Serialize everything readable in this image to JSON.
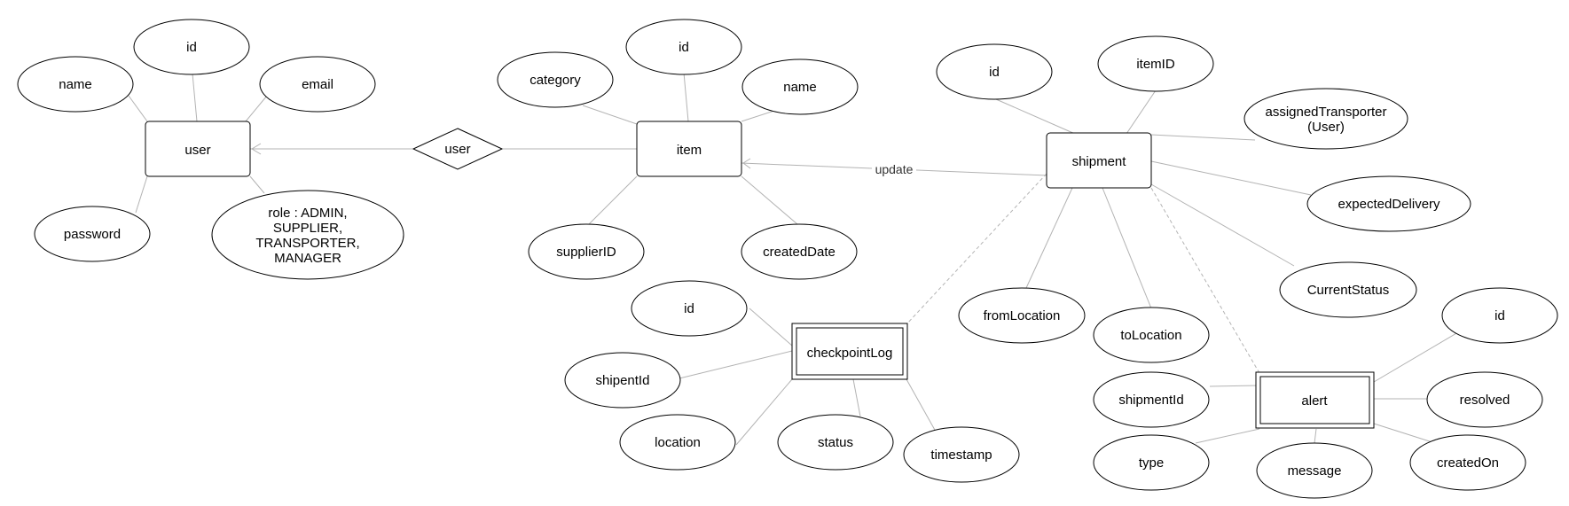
{
  "relationship": {
    "label": "user"
  },
  "edge": {
    "update_label": "update"
  },
  "entities": {
    "user": "user",
    "item": "item",
    "shipment": "shipment",
    "checkpointLog": "checkpointLog",
    "alert": "alert"
  },
  "attributes": {
    "user": {
      "id": "id",
      "name": "name",
      "email": "email",
      "password": "password",
      "role": [
        "role : ADMIN,",
        "SUPPLIER,",
        "TRANSPORTER,",
        "MANAGER"
      ]
    },
    "item": {
      "id": "id",
      "category": "category",
      "name": "name",
      "supplierID": "supplierID",
      "createdDate": "createdDate"
    },
    "shipment": {
      "id": "id",
      "itemID": "itemID",
      "assignedTransporter": [
        "assignedTransporter",
        "(User)"
      ],
      "expectedDelivery": "expectedDelivery",
      "CurrentStatus": "CurrentStatus",
      "fromLocation": "fromLocation",
      "toLocation": "toLocation"
    },
    "checkpointLog": {
      "id": "id",
      "shipentId": "shipentId",
      "location": "location",
      "status": "status",
      "timestamp": "timestamp"
    },
    "alert": {
      "id": "id",
      "shipmentId": "shipmentId",
      "resolved": "resolved",
      "type": "type",
      "message": "message",
      "createdOn": "createdOn"
    }
  }
}
